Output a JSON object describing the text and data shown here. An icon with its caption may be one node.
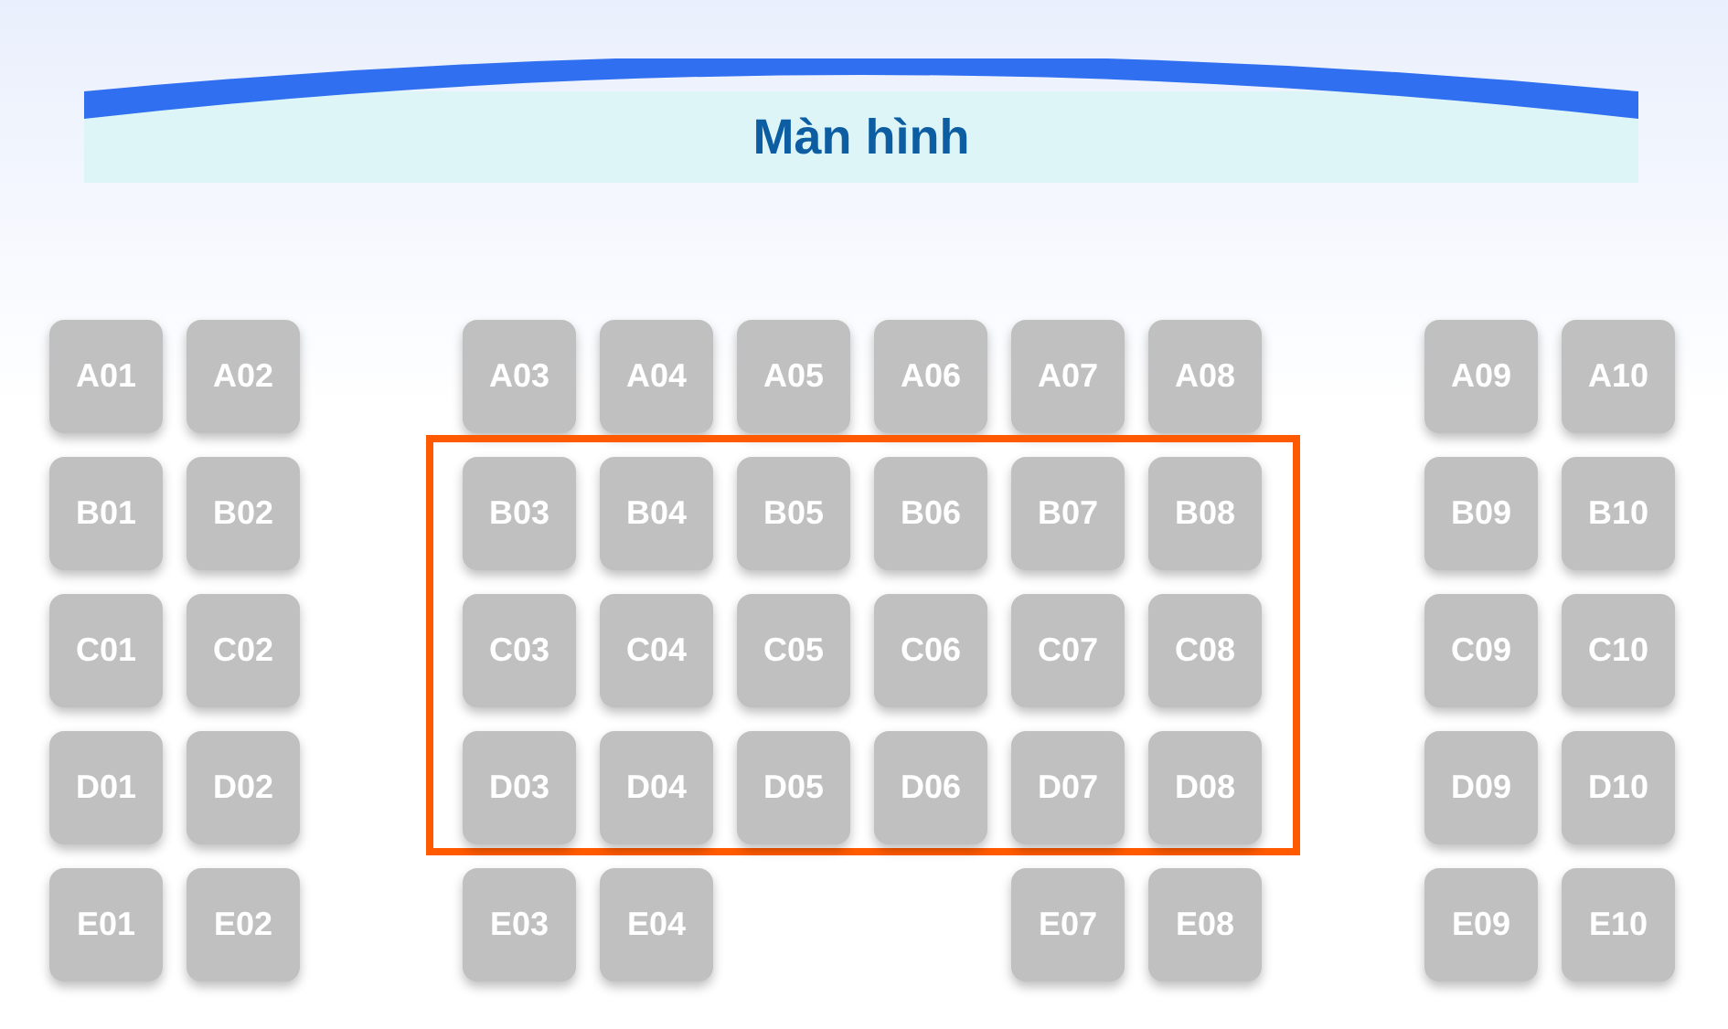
{
  "diagram": {
    "nodes": [
      {
        "text": [
          "Màn hình"
        ]
      },
      {
        "text": [
          "A01"
        ]
      },
      {
        "text": [
          "A02"
        ]
      },
      {
        "text": [
          "A03"
        ]
      },
      {
        "text": [
          "A04"
        ]
      },
      {
        "text": [
          "A05"
        ]
      },
      {
        "text": [
          "A06"
        ]
      },
      {
        "text": [
          "A07"
        ]
      },
      {
        "text": [
          "A08"
        ]
      },
      {
        "text": [
          "A09"
        ]
      },
      {
        "text": [
          "A10"
        ]
      },
      {
        "text": [],
        "shape": "box"
      },
      {
        "text": [
          "B01"
        ]
      },
      {
        "text": [
          "B02"
        ]
      },
      {
        "text": [
          "B03"
        ],
        "in": 11
      },
      {
        "text": [
          "B04"
        ],
        "in": 11
      },
      {
        "text": [
          "B05"
        ],
        "in": 11
      },
      {
        "text": [
          "B06"
        ],
        "in": 11
      },
      {
        "text": [
          "B07"
        ],
        "in": 11
      },
      {
        "text": [
          "B08"
        ],
        "in": 11
      },
      {
        "text": [
          "B09"
        ]
      },
      {
        "text": [
          "B10"
        ]
      },
      {
        "text": [
          "C01"
        ]
      },
      {
        "text": [
          "C02"
        ]
      },
      {
        "text": [
          "C03"
        ],
        "in": 11
      },
      {
        "text": [
          "C04"
        ],
        "in": 11
      },
      {
        "text": [
          "C05"
        ],
        "in": 11
      },
      {
        "text": [
          "C06"
        ],
        "in": 11
      },
      {
        "text": [
          "C07"
        ],
        "in": 11
      },
      {
        "text": [
          "C08"
        ],
        "in": 11
      },
      {
        "text": [
          "C09"
        ]
      },
      {
        "text": [
          "C10"
        ]
      },
      {
        "text": [
          "D01"
        ]
      },
      {
        "text": [
          "D02"
        ]
      },
      {
        "text": [
          "D03"
        ],
        "in": 11
      },
      {
        "text": [
          "D04"
        ],
        "in": 11
      },
      {
        "text": [
          "D05"
        ],
        "in": 11
      },
      {
        "text": [
          "D06"
        ],
        "in": 11
      },
      {
        "text": [
          "D07"
        ],
        "in": 11
      },
      {
        "text": [
          "D08"
        ],
        "in": 11
      },
      {
        "text": [
          "D09"
        ]
      },
      {
        "text": [
          "D10"
        ]
      },
      {
        "text": [
          "E01"
        ]
      },
      {
        "text": [
          "E02"
        ]
      },
      {
        "text": [
          "E03"
        ]
      },
      {
        "text": [
          "E04"
        ]
      },
      {
        "text": [
          "E07"
        ]
      },
      {
        "text": [
          "E08"
        ]
      },
      {
        "text": [
          "E09"
        ]
      },
      {
        "text": [
          "E10"
        ]
      }
    ]
  }
}
